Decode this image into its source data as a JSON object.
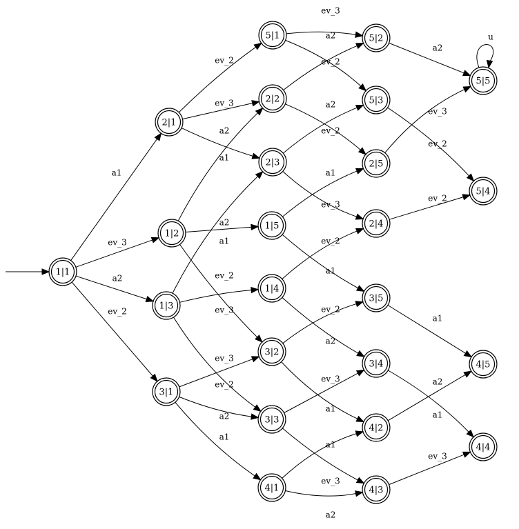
{
  "diagram": {
    "nodes": [
      {
        "id": "1|1"
      },
      {
        "id": "2|1"
      },
      {
        "id": "1|2"
      },
      {
        "id": "1|3"
      },
      {
        "id": "3|1"
      },
      {
        "id": "5|1"
      },
      {
        "id": "2|2"
      },
      {
        "id": "2|3"
      },
      {
        "id": "1|5"
      },
      {
        "id": "1|4"
      },
      {
        "id": "3|2"
      },
      {
        "id": "3|3"
      },
      {
        "id": "4|1"
      },
      {
        "id": "5|2"
      },
      {
        "id": "5|3"
      },
      {
        "id": "2|5"
      },
      {
        "id": "2|4"
      },
      {
        "id": "3|5"
      },
      {
        "id": "3|4"
      },
      {
        "id": "4|2"
      },
      {
        "id": "4|3"
      },
      {
        "id": "5|5"
      },
      {
        "id": "5|4"
      },
      {
        "id": "4|5"
      },
      {
        "id": "4|4"
      }
    ],
    "edges": [
      {
        "from": "1|1",
        "to": "2|1",
        "label": "a1"
      },
      {
        "from": "1|1",
        "to": "1|2",
        "label": "ev_3"
      },
      {
        "from": "1|1",
        "to": "1|3",
        "label": "a2"
      },
      {
        "from": "1|1",
        "to": "3|1",
        "label": "ev_2"
      },
      {
        "from": "2|1",
        "to": "5|1",
        "label": "ev_2"
      },
      {
        "from": "2|1",
        "to": "2|2",
        "label": "ev_3"
      },
      {
        "from": "2|1",
        "to": "2|3",
        "label": "a2"
      },
      {
        "from": "1|2",
        "to": "2|2",
        "label": "a1"
      },
      {
        "from": "1|2",
        "to": "1|5",
        "label": "a2"
      },
      {
        "from": "1|2",
        "to": "3|2",
        "label": "ev_2"
      },
      {
        "from": "1|3",
        "to": "2|3",
        "label": "a1"
      },
      {
        "from": "1|3",
        "to": "1|4",
        "label": "ev_3"
      },
      {
        "from": "1|3",
        "to": "3|3",
        "label": "ev_2"
      },
      {
        "from": "3|1",
        "to": "3|2",
        "label": "ev_3"
      },
      {
        "from": "3|1",
        "to": "3|3",
        "label": "a2"
      },
      {
        "from": "3|1",
        "to": "4|1",
        "label": "a1"
      },
      {
        "from": "5|1",
        "to": "5|2",
        "label": "ev_3"
      },
      {
        "from": "5|1",
        "to": "5|3",
        "label": "a2"
      },
      {
        "from": "2|2",
        "to": "5|2",
        "label": "ev_2"
      },
      {
        "from": "2|2",
        "to": "2|5",
        "label": "a2"
      },
      {
        "from": "2|3",
        "to": "5|3",
        "label": "ev_2"
      },
      {
        "from": "2|3",
        "to": "2|4",
        "label": "ev_3"
      },
      {
        "from": "1|5",
        "to": "2|5",
        "label": "a1"
      },
      {
        "from": "1|5",
        "to": "3|5",
        "label": "ev_2"
      },
      {
        "from": "1|4",
        "to": "2|4",
        "label": "a1"
      },
      {
        "from": "1|4",
        "to": "3|4",
        "label": "ev_2"
      },
      {
        "from": "3|2",
        "to": "3|5",
        "label": "a2"
      },
      {
        "from": "3|2",
        "to": "4|2",
        "label": "a1"
      },
      {
        "from": "3|3",
        "to": "3|4",
        "label": "ev_3"
      },
      {
        "from": "3|3",
        "to": "4|3",
        "label": "a1"
      },
      {
        "from": "4|1",
        "to": "4|2",
        "label": "ev_3"
      },
      {
        "from": "4|1",
        "to": "4|3",
        "label": "a2"
      },
      {
        "from": "5|2",
        "to": "5|5",
        "label": "a2"
      },
      {
        "from": "5|3",
        "to": "5|4",
        "label": "ev_3"
      },
      {
        "from": "2|5",
        "to": "5|5",
        "label": "ev_2"
      },
      {
        "from": "2|4",
        "to": "5|4",
        "label": "ev_2"
      },
      {
        "from": "3|5",
        "to": "4|5",
        "label": "a1"
      },
      {
        "from": "3|4",
        "to": "4|4",
        "label": "a1"
      },
      {
        "from": "4|2",
        "to": "4|5",
        "label": "a2"
      },
      {
        "from": "4|3",
        "to": "4|4",
        "label": "ev_3"
      },
      {
        "from": "5|5",
        "to": "5|5",
        "label": "u"
      }
    ]
  }
}
